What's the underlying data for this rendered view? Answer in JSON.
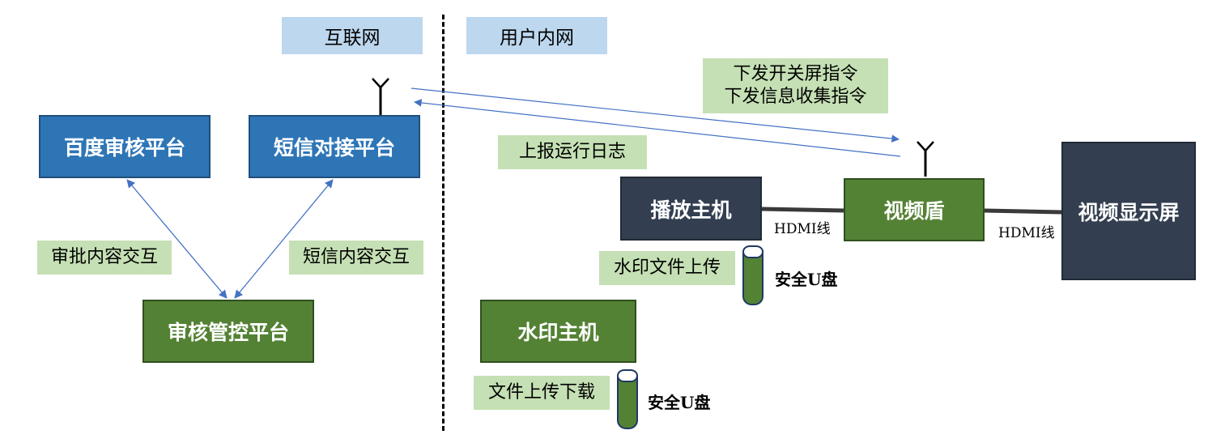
{
  "zones": {
    "internet": "互联网",
    "intranet": "用户内网"
  },
  "boxes": {
    "baidu_review": "百度审核平台",
    "sms_platform": "短信对接平台",
    "review_control": "审核管控平台",
    "player_host": "播放主机",
    "video_shield": "视频盾",
    "video_display": "视频显示屏",
    "watermark_host": "水印主机"
  },
  "notes": {
    "approval_interaction": "审批内容交互",
    "sms_interaction": "短信内容交互",
    "command_line1": "下发开关屏指令",
    "command_line2": "下发信息收集指令",
    "report_log": "上报运行日志",
    "watermark_upload": "水印文件上传",
    "file_transfer": "文件上传下载"
  },
  "labels": {
    "hdmi_left": "HDMI线",
    "hdmi_right": "HDMI线",
    "usb_1": "安全U盘",
    "usb_2": "安全U盘"
  },
  "colors": {
    "blue_box": "#2e75b6",
    "green_box": "#548235",
    "dark_box": "#333f50",
    "zone_label": "#bdd7ee",
    "note_bg": "#c5e0b4",
    "arrow": "#4472c4"
  }
}
